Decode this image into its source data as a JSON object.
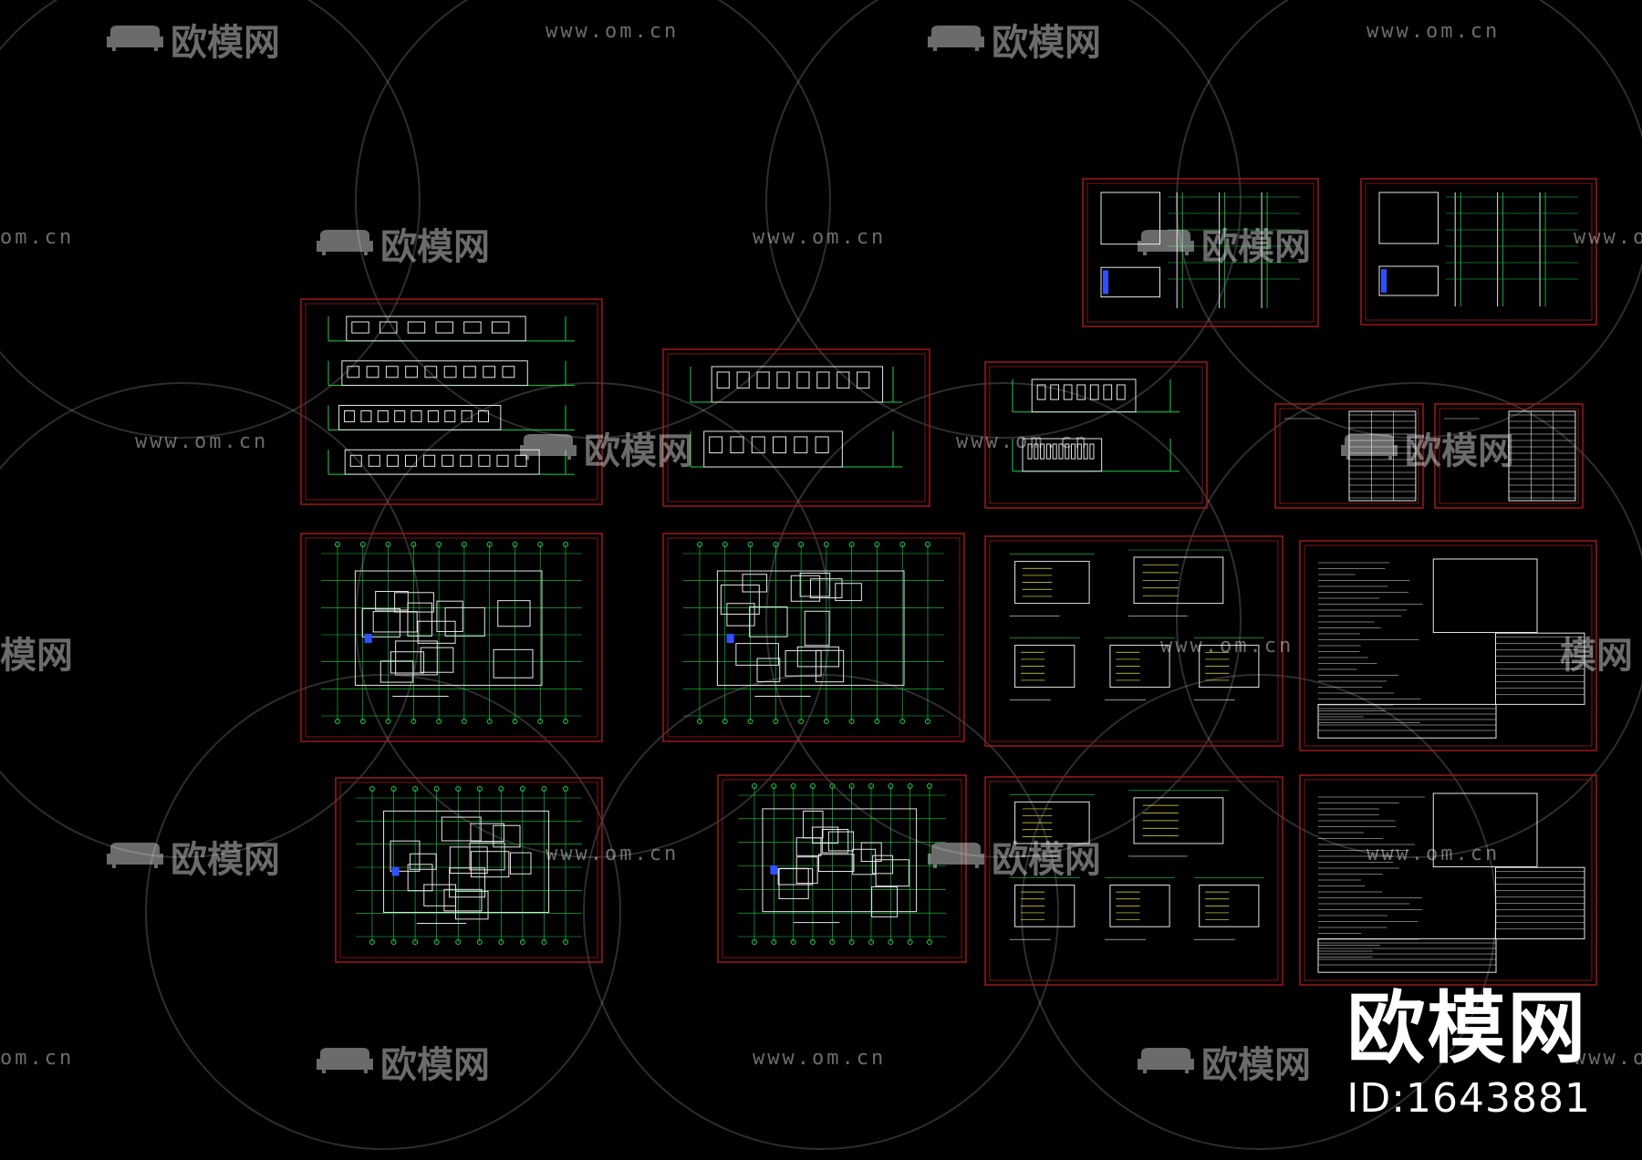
{
  "colors": {
    "background": "#000000",
    "frame": "#a01818",
    "line_green": "#19d24a",
    "line_white": "#e6e6e6",
    "line_yellow": "#e8e83a",
    "line_blue": "#3050ff"
  },
  "watermark": {
    "logo_text": "欧模网",
    "url_text": "www.om.cn",
    "url_short": "om.cn",
    "logo_partial": "模网",
    "icon": "sofa-icon"
  },
  "brand": {
    "name": "欧模网",
    "id_text": "ID:1643881"
  }
}
